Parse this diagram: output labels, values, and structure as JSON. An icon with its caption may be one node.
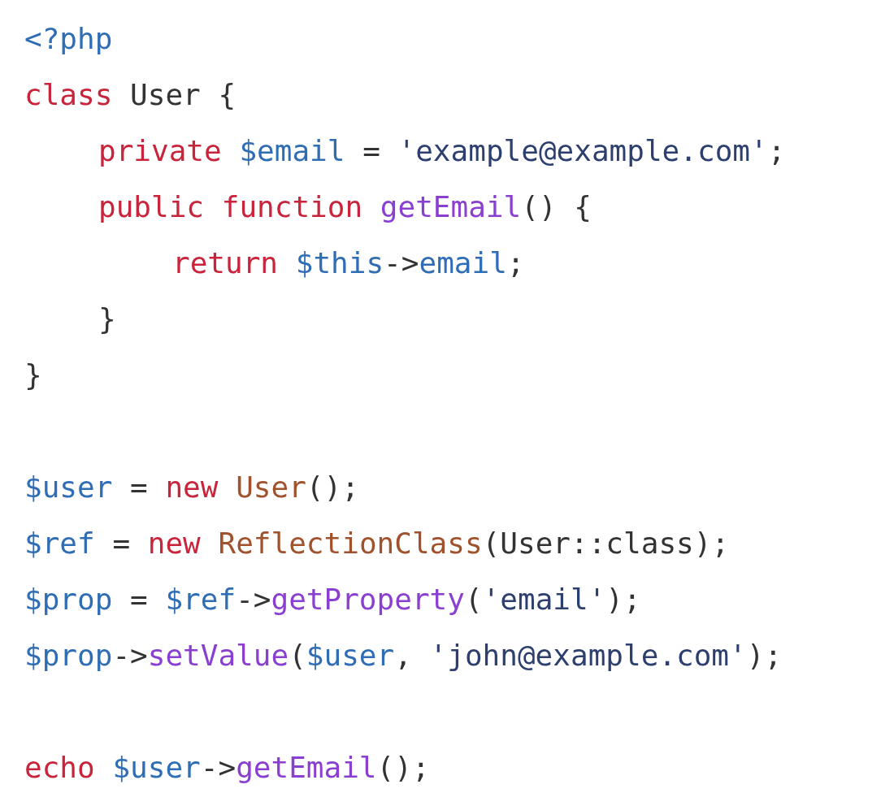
{
  "diagram": {
    "labels": [
      "<?php",
      "class User {",
      "private $email = 'example@example.com';",
      "public function getEmail() {",
      "return $this->email;",
      "}",
      "}",
      "$user = new User();",
      "$ref = new ReflectionClass(User::class);",
      "$prop = $ref->getProperty('email');",
      "$prop->setValue($user, 'john@example.com');",
      "echo $user->getEmail();"
    ]
  }
}
